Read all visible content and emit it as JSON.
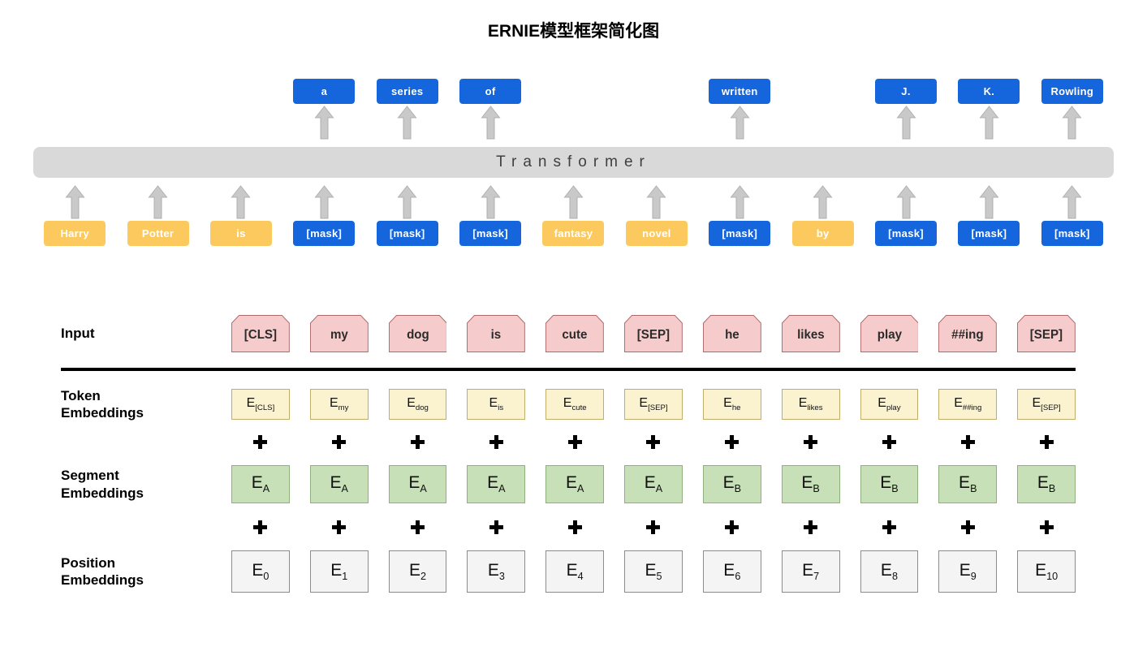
{
  "title": "ERNIE模型框架简化图",
  "colors": {
    "blue": "#1565DC",
    "yellow": "#FCC95F",
    "transformer_bar": "#D9D9D9",
    "transformer_text": "#404040",
    "arrow_fill": "#C9C9C9",
    "arrow_stroke": "#B0B0B0",
    "pink_fill": "#F5CCCB",
    "pink_border": "#AD6A6A",
    "cream_fill": "#FBF2D0",
    "cream_border": "#BFAE6A",
    "green_fill": "#C8E0B8",
    "green_border": "#8FAF7E",
    "pos_fill": "#F4F4F4",
    "pos_border": "#8C8C8C"
  },
  "icons": {
    "arrow": "up-arrow-icon",
    "plus": "plus-icon"
  },
  "top": {
    "transformer_label": "Transformer",
    "inputs": [
      {
        "text": "Harry",
        "type": "word"
      },
      {
        "text": "Potter",
        "type": "word"
      },
      {
        "text": "is",
        "type": "word"
      },
      {
        "text": "[mask]",
        "type": "mask"
      },
      {
        "text": "[mask]",
        "type": "mask"
      },
      {
        "text": "[mask]",
        "type": "mask"
      },
      {
        "text": "fantasy",
        "type": "word"
      },
      {
        "text": "novel",
        "type": "word"
      },
      {
        "text": "[mask]",
        "type": "mask"
      },
      {
        "text": "by",
        "type": "word"
      },
      {
        "text": "[mask]",
        "type": "mask"
      },
      {
        "text": "[mask]",
        "type": "mask"
      },
      {
        "text": "[mask]",
        "type": "mask"
      }
    ],
    "outputs": [
      {
        "col": 4,
        "text": "a"
      },
      {
        "col": 5,
        "text": "series"
      },
      {
        "col": 6,
        "text": "of"
      },
      {
        "col": 9,
        "text": "written"
      },
      {
        "col": 11,
        "text": "J."
      },
      {
        "col": 12,
        "text": "K."
      },
      {
        "col": 13,
        "text": "Rowling"
      }
    ]
  },
  "bottom": {
    "labels": {
      "input": "Input",
      "token": "Token\nEmbeddings",
      "segment": "Segment\nEmbeddings",
      "position": "Position\nEmbeddings"
    },
    "embedding_symbol": "E",
    "input_tokens": [
      "[CLS]",
      "my",
      "dog",
      "is",
      "cute",
      "[SEP]",
      "he",
      "likes",
      "play",
      "##ing",
      "[SEP]"
    ],
    "token_embedding_subs": [
      "[CLS]",
      "my",
      "dog",
      "is",
      "cute",
      "[SEP]",
      "he",
      "likes",
      "play",
      "##ing",
      "[SEP]"
    ],
    "segment_embedding_subs": [
      "A",
      "A",
      "A",
      "A",
      "A",
      "A",
      "B",
      "B",
      "B",
      "B",
      "B"
    ],
    "position_embedding_subs": [
      "0",
      "1",
      "2",
      "3",
      "4",
      "5",
      "6",
      "7",
      "8",
      "9",
      "10"
    ]
  }
}
